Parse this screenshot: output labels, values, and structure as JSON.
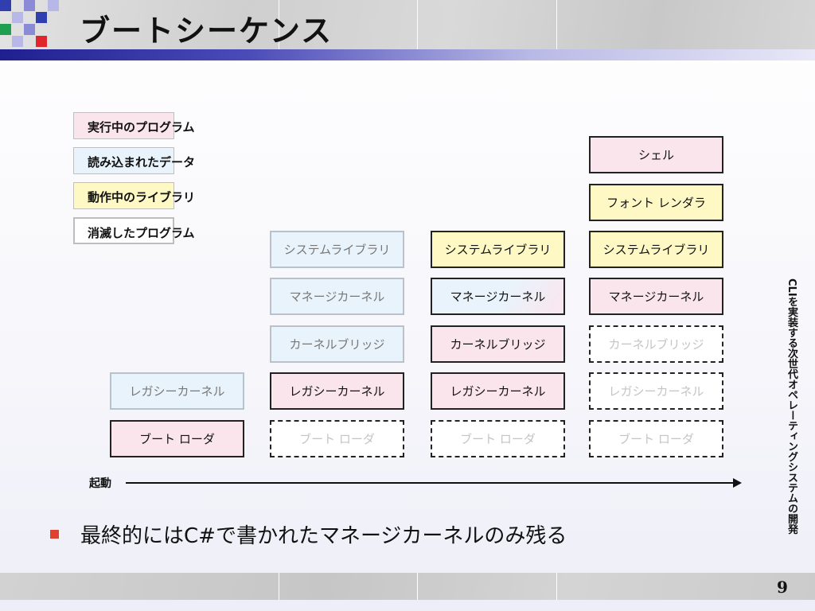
{
  "title": "ブートシーケンス",
  "side_text": "CLIを実装する次世代オペレーティングシステムの開発",
  "page_number": "9",
  "colors": {
    "running": "#fbe5ed",
    "loaded": "#e9f3fb",
    "library": "#fdf8c4",
    "bullet": "#e0402f",
    "header_band": "#1f1f8f"
  },
  "legend": {
    "running": "実行中のプログラム",
    "loaded": "読み込まれたデータ",
    "library": "動作中のライブラリ",
    "dead": "消滅したプログラム"
  },
  "stages": {
    "s1": {
      "legacy_kernel": "レガシーカーネル",
      "bootloader": "ブート ローダ"
    },
    "s2": {
      "system_library": "システムライブラリ",
      "managed_kernel": "マネージカーネル",
      "kernel_bridge": "カーネルブリッジ",
      "legacy_kernel": "レガシーカーネル",
      "bootloader": "ブート ローダ"
    },
    "s3": {
      "system_library": "システムライブラリ",
      "managed_kernel": "マネージカーネル",
      "kernel_bridge": "カーネルブリッジ",
      "legacy_kernel": "レガシーカーネル",
      "bootloader": "ブート ローダ"
    },
    "s4": {
      "shell": "シェル",
      "font_renderer": "フォント レンダラ",
      "system_library": "システムライブラリ",
      "managed_kernel": "マネージカーネル",
      "kernel_bridge": "カーネルブリッジ",
      "legacy_kernel": "レガシーカーネル",
      "bootloader": "ブート ローダ"
    }
  },
  "axis_label": "起動",
  "bullet_text": "最終的にはC#で書かれたマネージカーネルのみ残る"
}
